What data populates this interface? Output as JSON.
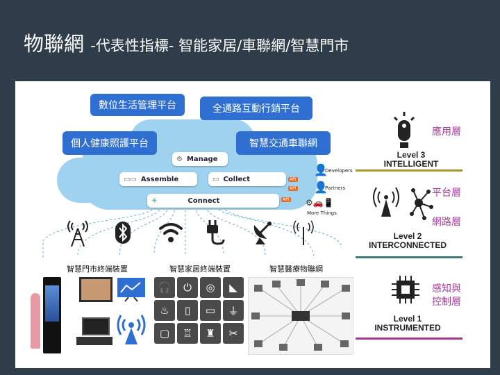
{
  "title": {
    "main": "物聯網",
    "sub": "-代表性指標- 智能家居/車聯網/智慧門市"
  },
  "boxes": {
    "b1": "數位生活管理平台",
    "b2": "全通路互動行銷平台",
    "b3": "個人健康照護平台",
    "b4": "智慧交通車聯網"
  },
  "pills": {
    "manage": "Manage",
    "assemble": "Assemble",
    "collect": "Collect",
    "connect": "Connect"
  },
  "api": "API",
  "side": {
    "developers": "Developers",
    "partners": "Partners",
    "more": "More Things"
  },
  "levels": {
    "l3": {
      "line1": "Level 3",
      "line2": "INTELLIGENT",
      "cn": "應用層"
    },
    "l2": {
      "line1": "Level 2",
      "line2": "INTERCONNECTED",
      "cn1": "平台層",
      "cn2": "網路層"
    },
    "l1": {
      "line1": "Level 1",
      "line2": "INSTRUMENTED",
      "cn": "感知與",
      "cn_b": "控制層"
    }
  },
  "bottom": {
    "store": "智慧門市終端裝置",
    "home": "智慧家居終端裝置",
    "medical": "智慧醫療物聯網"
  },
  "colors": {
    "bg": "#2f3d4a",
    "box": "#2f6fd1",
    "cloud": "#9fd2ee",
    "line3": "#a49a2a",
    "line2": "#3f7a78",
    "line1": "#a0368f",
    "layer_text": "#a03e9a"
  }
}
